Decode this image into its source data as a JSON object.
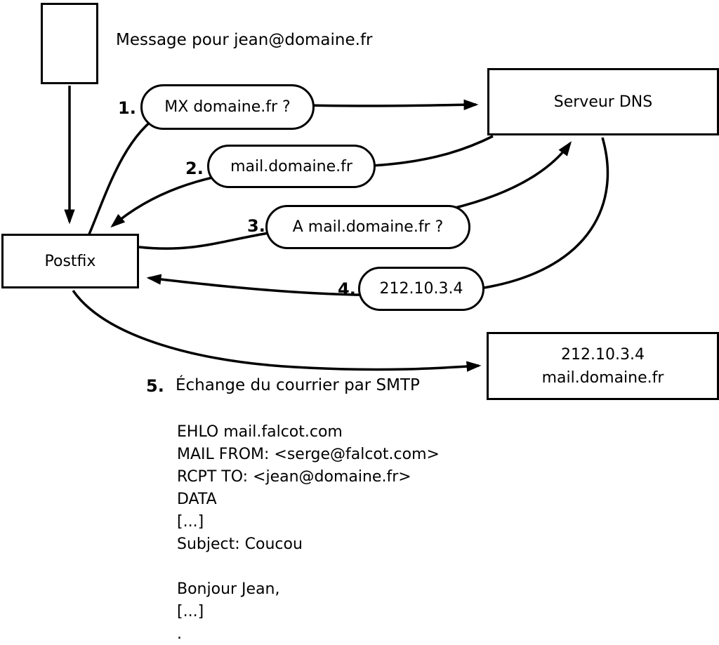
{
  "title": "Message pour jean@domaine.fr",
  "nodes": {
    "sender": "",
    "dns": "Serveur DNS",
    "postfix": "Postfix",
    "target_line1": "212.10.3.4",
    "target_line2": "mail.domaine.fr"
  },
  "steps": [
    {
      "num": "1.",
      "label": "MX domaine.fr ?"
    },
    {
      "num": "2.",
      "label": "mail.domaine.fr"
    },
    {
      "num": "3.",
      "label": "A mail.domaine.fr ?"
    },
    {
      "num": "4.",
      "label": "212.10.3.4"
    },
    {
      "num": "5.",
      "label": "Échange du courrier par SMTP"
    }
  ],
  "smtp": {
    "lines": [
      "EHLO mail.falcot.com",
      "MAIL FROM: <serge@falcot.com>",
      "RCPT TO: <jean@domaine.fr>",
      "DATA",
      "[...]",
      "Subject: Coucou",
      "",
      "Bonjour Jean,",
      "[...]",
      "."
    ]
  },
  "colors": {
    "stroke": "#000000",
    "background": "#ffffff"
  }
}
